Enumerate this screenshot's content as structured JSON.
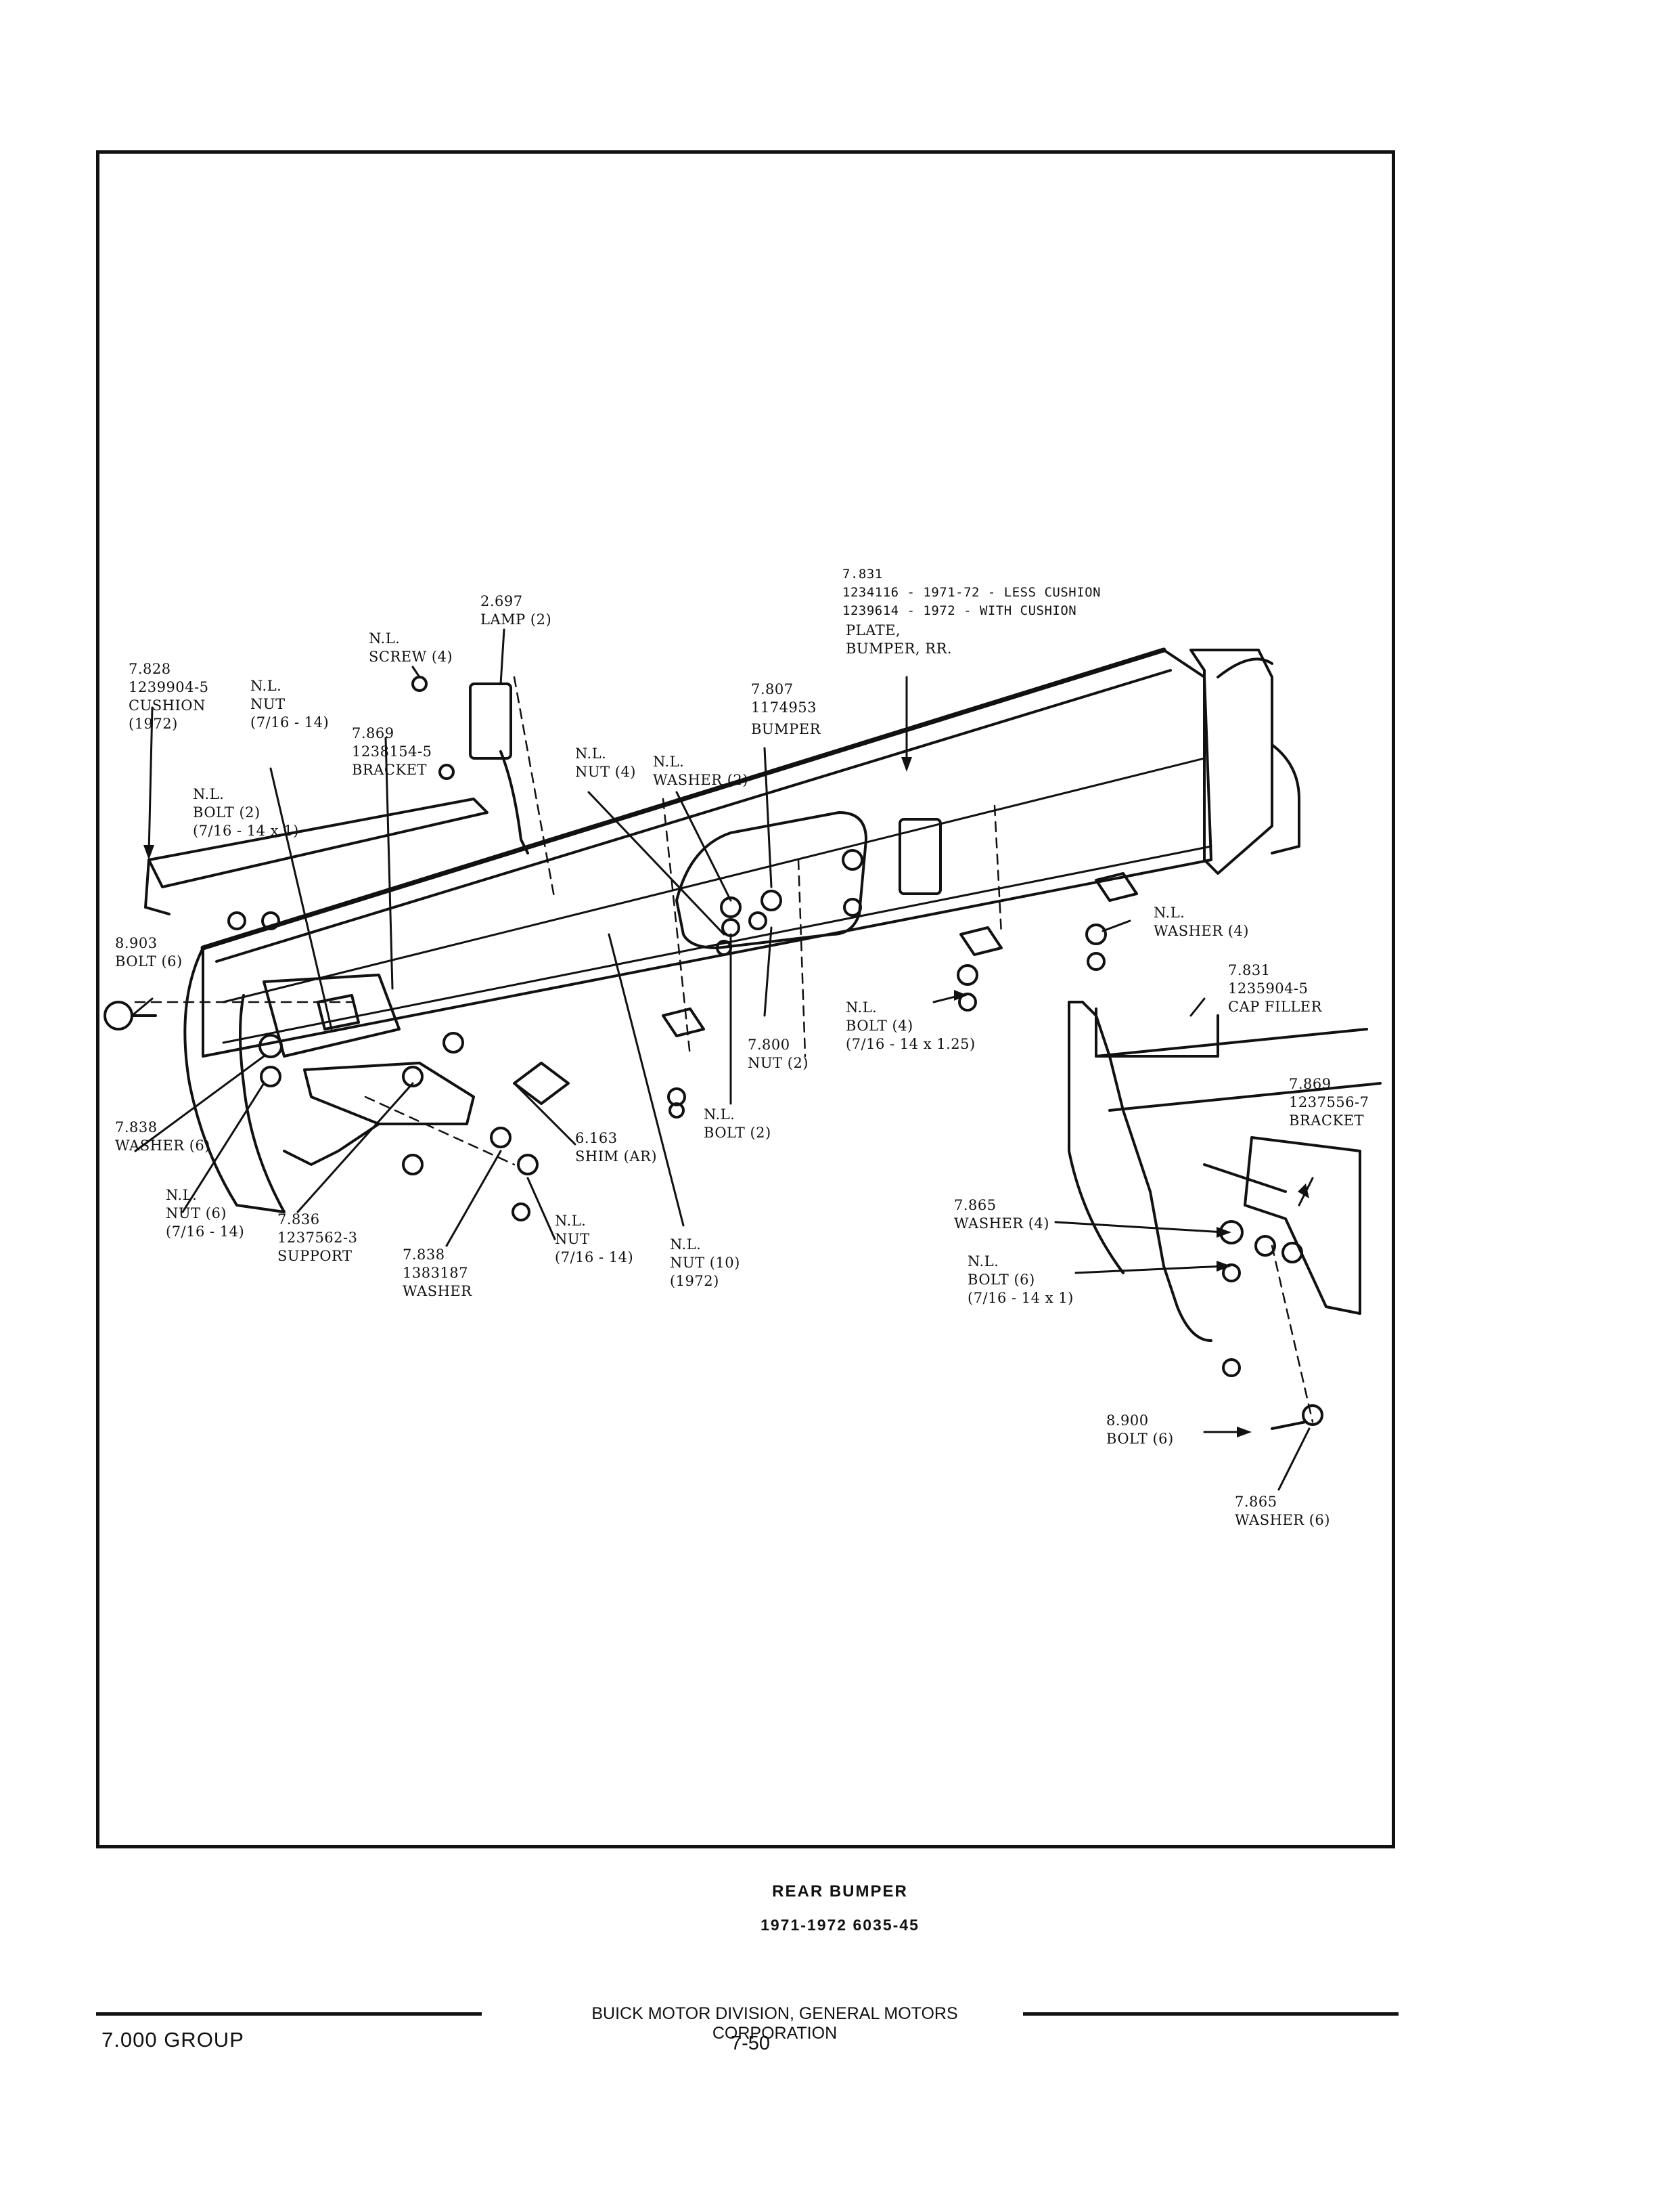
{
  "labels": {
    "l7831top_a": "7.831",
    "l7831top_b": "1234116 - 1971-72 - LESS CUSHION",
    "l7831top_c": "1239614 - 1972 - WITH CUSHION",
    "l7831top_d": "PLATE,",
    "l7831top_e": "BUMPER, RR.",
    "l2697_a": "2.697",
    "l2697_b": "LAMP (2)",
    "lscrew_a": "N.L.",
    "lscrew_b": "SCREW (4)",
    "l7828_a": "7.828",
    "l7828_b": "1239904-5",
    "l7828_c": "CUSHION",
    "l7828_d": "(1972)",
    "lnut14_a": "N.L.",
    "lnut14_b": "NUT",
    "lnut14_c": "(7/16 - 14)",
    "l7869a_a": "7.869",
    "l7869a_b": "1238154-5",
    "l7869a_c": "BRACKET",
    "l7807_a": "7.807",
    "l7807_b": "1174953",
    "l7807_c": "BUMPER",
    "lnut4_a": "N.L.",
    "lnut4_b": "NUT (4)",
    "lwasher2_a": "N.L.",
    "lwasher2_b": "WASHER (2)",
    "lbolt2_a": "N.L.",
    "lbolt2_b": "BOLT (2)",
    "lbolt2_c": "(7/16 - 14 x 1)",
    "l8903_a": "8.903",
    "l8903_b": "BOLT (6)",
    "lwasher4_a": "N.L.",
    "lwasher4_b": "WASHER (4)",
    "l7831cap_a": "7.831",
    "l7831cap_b": "1235904-5",
    "l7831cap_c": "CAP FILLER",
    "lbolt4_a": "N.L.",
    "lbolt4_b": "BOLT (4)",
    "lbolt4_c": "(7/16 - 14 x 1.25)",
    "l7800_a": "7.800",
    "l7800_b": "NUT (2)",
    "lbolt2b_a": "N.L.",
    "lbolt2b_b": "BOLT (2)",
    "l7838a_a": "7.838",
    "l7838a_b": "WASHER (6)",
    "l6163_a": "6.163",
    "l6163_b": "SHIM (AR)",
    "l7869b_a": "7.869",
    "l7869b_b": "1237556-7",
    "l7869b_c": "BRACKET",
    "lnut6_a": "N.L.",
    "lnut6_b": "NUT (6)",
    "lnut6_c": "(7/16 - 14)",
    "l7836_a": "7.836",
    "l7836_b": "1237562-3",
    "l7836_c": "SUPPORT",
    "l7838b_a": "7.838",
    "l7838b_b": "1383187",
    "l7838b_c": "WASHER",
    "lnut1416_a": "N.L.",
    "lnut1416_b": "NUT",
    "lnut1416_c": "(7/16 - 14)",
    "lnut10_a": "N.L.",
    "lnut10_b": "NUT (10)",
    "lnut10_c": "(1972)",
    "l7865a_a": "7.865",
    "l7865a_b": "WASHER (4)",
    "lbolt6_a": "N.L.",
    "lbolt6_b": "BOLT (6)",
    "lbolt6_c": "(7/16 - 14 x 1)",
    "l8900_a": "8.900",
    "l8900_b": "BOLT (6)",
    "l7865b_a": "7.865",
    "l7865b_b": "WASHER (6)"
  },
  "caption": {
    "title": "REAR BUMPER",
    "subtitle": "1971-1972 6035-45"
  },
  "footer": {
    "division": "BUICK MOTOR DIVISION, GENERAL MOTORS CORPORATION",
    "group": "7.000 GROUP",
    "page": "7-50"
  }
}
